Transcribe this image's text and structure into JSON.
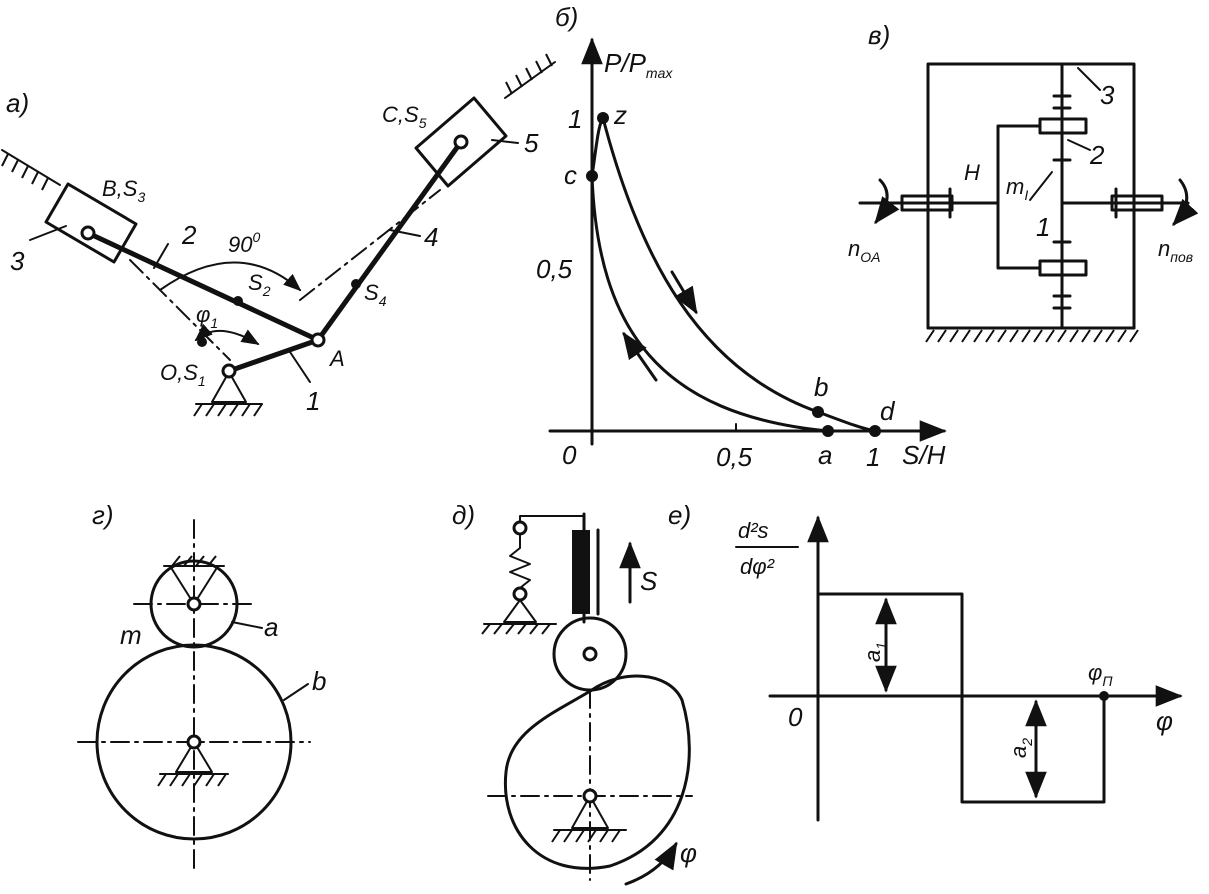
{
  "panels": {
    "a": {
      "tag": "а)",
      "labels": {
        "B": "B,S",
        "B_sub": "3",
        "C": "C,S",
        "C_sub": "5",
        "angle": "90",
        "angle_sup": "0",
        "S2": "S",
        "S2_sub": "2",
        "S4": "S",
        "S4_sub": "4",
        "phi": "φ",
        "phi_sub": "1",
        "O": "O,S",
        "O_sub": "1",
        "A": "A",
        "n1": "1",
        "n2": "2",
        "n3": "3",
        "n4": "4",
        "n5": "5"
      }
    },
    "b": {
      "tag": "б)",
      "ylabel": "P/P",
      "ylabel_sub": "max",
      "xlabel": "S/H",
      "y_ticks": [
        "1",
        "0,5"
      ],
      "x_ticks": [
        "0,5",
        "1"
      ],
      "origin": "0",
      "points": {
        "z": "z",
        "c": "c",
        "b": "b",
        "d": "d",
        "a": "a"
      }
    },
    "v": {
      "tag": "в)",
      "labels": {
        "H": "H",
        "m": "m",
        "m_sub": "I",
        "n1": "1",
        "n2": "2",
        "n3": "3",
        "nOA": "n",
        "nOA_sub": "OA",
        "npov": "n",
        "npov_sub": "пов"
      }
    },
    "g": {
      "tag": "г)",
      "labels": {
        "m": "m",
        "a": "a",
        "b": "b"
      }
    },
    "d": {
      "tag": "д)",
      "labels": {
        "S": "S",
        "phi": "φ"
      }
    },
    "e": {
      "tag": "е)",
      "ylabel_num": "d²s",
      "ylabel_den": "dφ²",
      "origin": "0",
      "xlabel": "φ",
      "phiP": "φ",
      "phiP_sub": "П",
      "a1": "a",
      "a1_sub": "1",
      "a2": "a",
      "a2_sub": "2"
    }
  }
}
